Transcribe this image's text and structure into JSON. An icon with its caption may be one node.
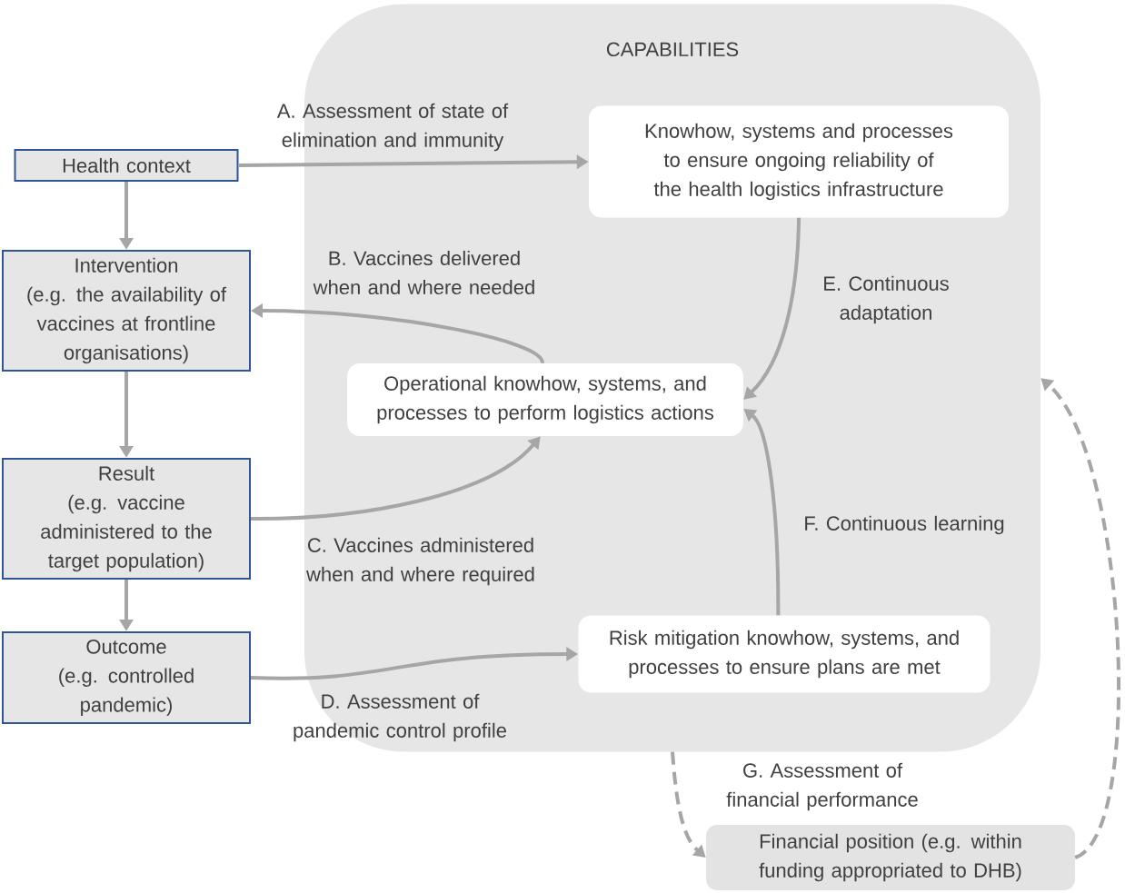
{
  "diagram": {
    "nodes": [
      {
        "text": [
          "CAPABILITIES"
        ]
      },
      {
        "text": [
          "Health context"
        ]
      },
      {
        "text": [
          "Intervention",
          "(e.g. the availability of vaccines at frontline organisations)"
        ]
      },
      {
        "text": [
          "Result",
          "(e.g. vaccine administered to the target population)"
        ]
      },
      {
        "text": [
          "Outcome",
          "(e.g. controlled pandemic)"
        ]
      },
      {
        "text": [
          "Knowhow, systems and processes to ensure ongoing reliability of the health logistics infrastructure"
        ],
        "in": 0
      },
      {
        "text": [
          "Operational knowhow, systems, and processes to perform logistics actions"
        ],
        "in": 0
      },
      {
        "text": [
          "Risk mitigation knowhow, systems, and processes to ensure plans are met"
        ],
        "in": 0
      },
      {
        "text": [
          "Financial position (e.g. within funding appropriated to DHB)"
        ]
      }
    ],
    "edges": [
      {
        "from": 1,
        "to": 5,
        "arrow": "to",
        "label": "A. Assessment of state of elimination and immunity"
      },
      {
        "from": 1,
        "to": 2,
        "arrow": "to"
      },
      {
        "from": 2,
        "to": 3,
        "arrow": "to"
      },
      {
        "from": 3,
        "to": 4,
        "arrow": "to"
      },
      {
        "from": 6,
        "to": 2,
        "arrow": "to",
        "label": "B. Vaccines delivered when and where needed"
      },
      {
        "from": 3,
        "to": 6,
        "arrow": "to",
        "label": "C. Vaccines administered when and where required"
      },
      {
        "from": 4,
        "to": 7,
        "arrow": "to",
        "label": "D. Assessment of pandemic control profile"
      },
      {
        "from": 5,
        "to": 6,
        "arrow": "to",
        "label": "E. Continuous adaptation"
      },
      {
        "from": 7,
        "to": 6,
        "arrow": "to",
        "label": "F. Continuous learning"
      },
      {
        "from": 0,
        "to": 8,
        "arrow": "to",
        "style": "dashed",
        "label": "G. Assessment of financial performance"
      },
      {
        "from": 8,
        "to": 0,
        "arrow": "to",
        "style": "dashed"
      }
    ]
  }
}
